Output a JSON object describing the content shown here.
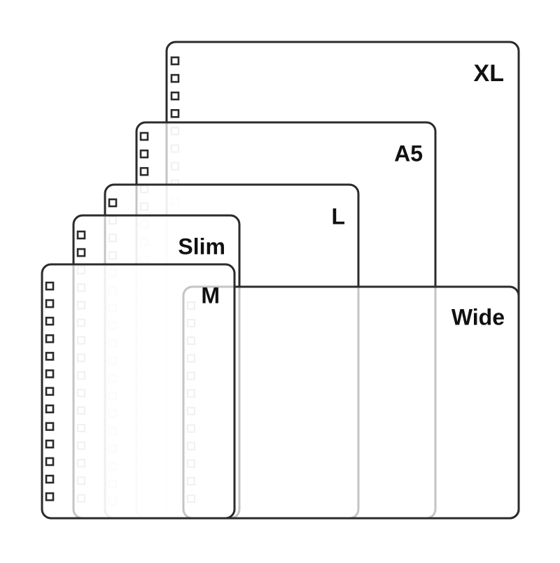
{
  "colors": {
    "background": "#ffffff",
    "outline": "#2b2b2b",
    "faded_outline": "#c8c8c8",
    "text": "#111111"
  },
  "sheets": [
    {
      "id": "xl",
      "label": "XL",
      "holes": 16
    },
    {
      "id": "a5",
      "label": "A5",
      "holes": 20
    },
    {
      "id": "l",
      "label": "L",
      "holes": 18
    },
    {
      "id": "slim",
      "label": "Slim",
      "holes": 17
    },
    {
      "id": "wide",
      "label": "Wide",
      "holes": 13
    },
    {
      "id": "m",
      "label": "M",
      "holes": 13
    }
  ]
}
